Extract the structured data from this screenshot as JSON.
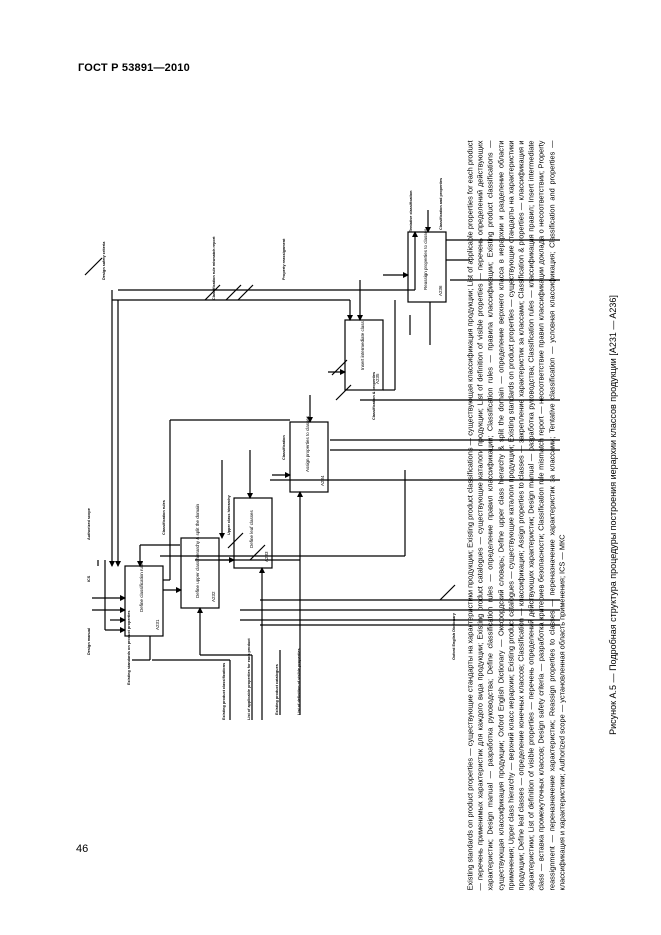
{
  "header": {
    "doc_id": "ГОСТ Р 53891—2010"
  },
  "page_number": "46",
  "caption": "Рисунок А.5 — Подробная структура процедуры построения иерархии классов продукции [A231 — A236]",
  "legend": [
    "Existing standards on product properties — существующие стандарты на характеристики продукции; Existing product classifications — существующая классификация продукции; List of applicable properties for each product — перечень применимых характеристик для каждого вида продукции; Existing product catalogues — существующие каталоги продукции; List of definition of visible properties — перечень определений действующих характеристик; Design manual — разработка руководства; Define classification rules — определение правил классификации; Classification rules — правила классификации; Existing product classifications — существующая классификация продукции; Oxford English Dictionary — Оксфордский словарь; Define upper class hierarchy & split the domain — определение верхнего класса в иерархии и разделение области применения; Upper class hierarchy — верхний класс иерархии; Existing product catalogues — существующие каталоги продукции; Existing standards on product properties — существующие стандарты на характеристики продукции; Define leaf classes — определение конечных классов; Classification — классификация; Assign properties to classes — закрепление характеристик за классами; Classification & properties — классификация и характеристики; List of definition of visible properties — перечень определений действующих характеристик; Design manual — разработка руководства; Classification rules — классификация правил; Insert intermediate class — вставка промежуточных классов; Design safety criteria — разработка критериев безопасности; Classification rule mismatch report — несоответствие правил классификации доклада о несоответствии; Property reassignment — переназначение характеристик; Reassign properties to classes — переназначение характеристик за классами; Tentative classification — условная классификация; Classification and properties — классификация и характеристики; Authorized scope — установленная область применения; ICS — МКС"
  ],
  "diagram": {
    "boxes": [
      {
        "title": "Define classification rules",
        "id": "A231"
      },
      {
        "title": "Define upper class hierarchy & split the domain",
        "id": "A232"
      },
      {
        "title": "Define leaf classes",
        "id": "A233"
      },
      {
        "title": "Assign properties to classes",
        "id": "A234"
      },
      {
        "title": "Insert intermediate class",
        "id": "A235"
      },
      {
        "title": "Reassign properties to classes",
        "id": "A236"
      }
    ],
    "labels": {
      "design_manual": "Design manual",
      "ics": "ICS",
      "authorized_scope": "Authorized scope",
      "existing_standards": "Existing standards on product properties",
      "existing_classifications": "Existing product classifications",
      "list_applicable": "List of applicable properties for each product",
      "existing_catalogues": "Existing product catalogues",
      "list_definition": "List of definition of visible properties",
      "classification_rules": "Classification rules",
      "upper_class": "Upper class hierarchy",
      "oxford": "Oxford English Dictionary",
      "classification": "Classification",
      "class_and_properties": "Classification & properties",
      "design_safety": "Design safety criteria",
      "mismatch": "Classification rule mismatch report",
      "property_reassignment": "Property reassignment",
      "tentative": "Tentative classification",
      "class_props_out": "Classification and properties"
    }
  }
}
